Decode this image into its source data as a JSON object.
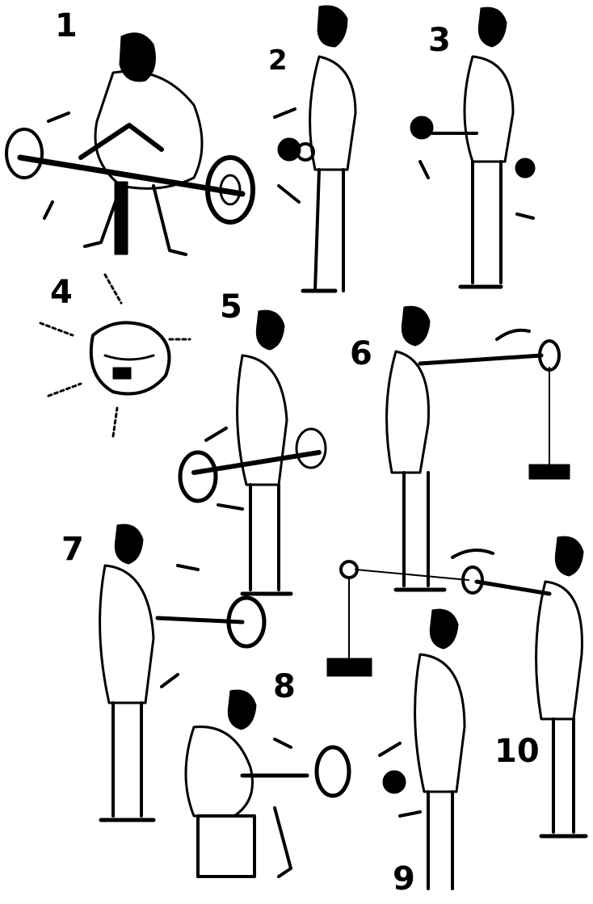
{
  "figure_labels": {
    "n1": "1",
    "n2": "2",
    "n3": "3",
    "n4": "4",
    "n5": "5",
    "n6": "6",
    "n7": "7",
    "n8": "8",
    "n9": "9",
    "n10": "10"
  },
  "ink_color": "#000000",
  "paper_color": "#ffffff"
}
